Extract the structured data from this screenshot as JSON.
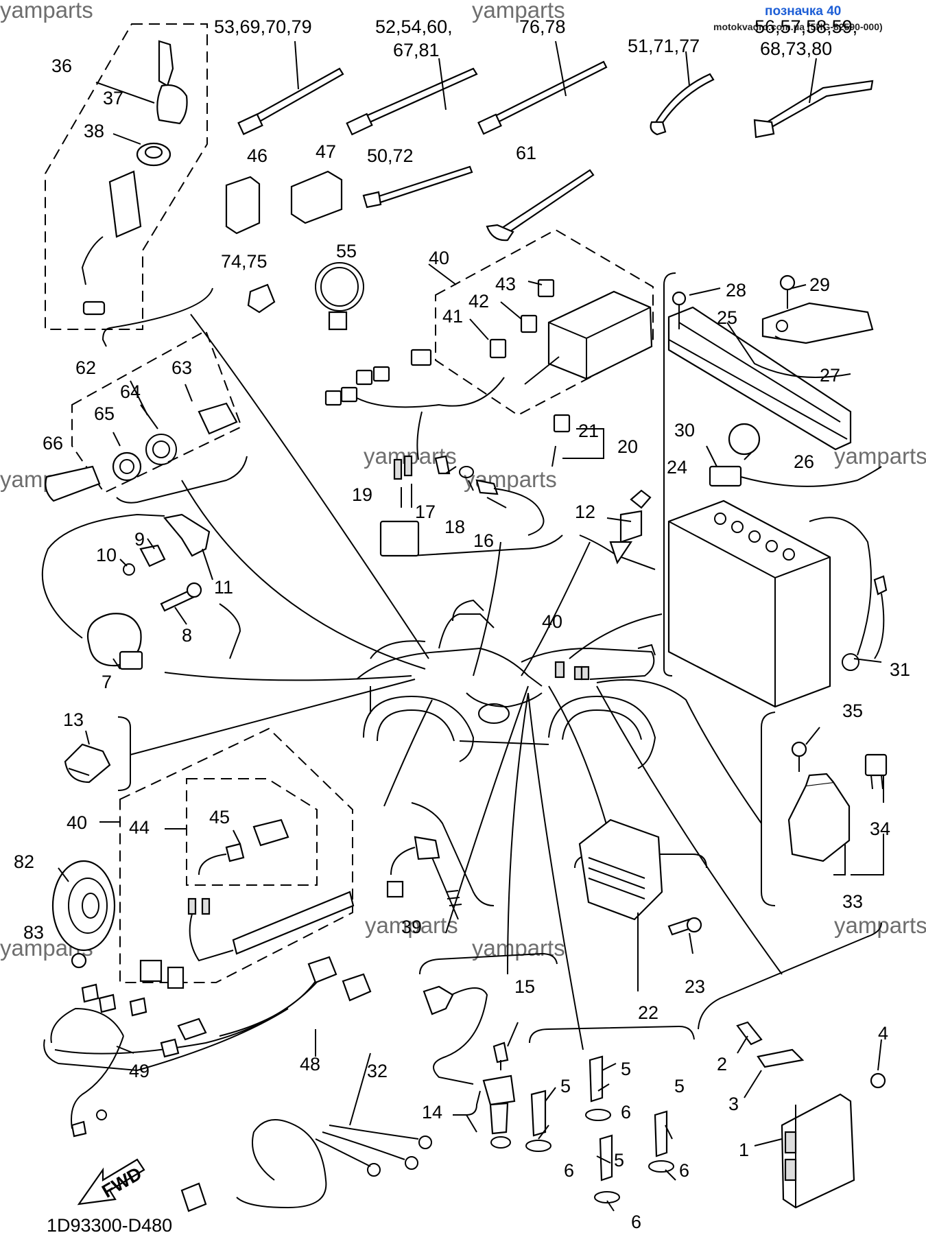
{
  "header": {
    "title": "позначка 40",
    "site": "motokvadro.com.ua (5HG-82590-000)"
  },
  "watermark": "yamparts",
  "diagram_code": "1D93300-D480",
  "fwd_label": "FWD",
  "callouts": [
    {
      "id": "c-53",
      "text": "53,69,70,79"
    },
    {
      "id": "c-52a",
      "text": "52,54,60,"
    },
    {
      "id": "c-52b",
      "text": "67,81"
    },
    {
      "id": "c-76",
      "text": "76,78"
    },
    {
      "id": "c-51",
      "text": "51,71,77"
    },
    {
      "id": "c-56a",
      "text": "56,57,58,59,"
    },
    {
      "id": "c-56b",
      "text": "68,73,80"
    },
    {
      "id": "c-36",
      "text": "36"
    },
    {
      "id": "c-37",
      "text": "37"
    },
    {
      "id": "c-38",
      "text": "38"
    },
    {
      "id": "c-46",
      "text": "46"
    },
    {
      "id": "c-47",
      "text": "47"
    },
    {
      "id": "c-50",
      "text": "50,72"
    },
    {
      "id": "c-61",
      "text": "61"
    },
    {
      "id": "c-74",
      "text": "74,75"
    },
    {
      "id": "c-55",
      "text": "55"
    },
    {
      "id": "c-40a",
      "text": "40"
    },
    {
      "id": "c-43",
      "text": "43"
    },
    {
      "id": "c-42",
      "text": "42"
    },
    {
      "id": "c-41",
      "text": "41"
    },
    {
      "id": "c-28",
      "text": "28"
    },
    {
      "id": "c-29",
      "text": "29"
    },
    {
      "id": "c-25",
      "text": "25"
    },
    {
      "id": "c-27",
      "text": "27"
    },
    {
      "id": "c-62",
      "text": "62"
    },
    {
      "id": "c-63",
      "text": "63"
    },
    {
      "id": "c-64",
      "text": "64"
    },
    {
      "id": "c-65",
      "text": "65"
    },
    {
      "id": "c-66",
      "text": "66"
    },
    {
      "id": "c-21",
      "text": "21"
    },
    {
      "id": "c-20",
      "text": "20"
    },
    {
      "id": "c-30",
      "text": "30"
    },
    {
      "id": "c-26",
      "text": "26"
    },
    {
      "id": "c-24",
      "text": "24"
    },
    {
      "id": "c-19",
      "text": "19"
    },
    {
      "id": "c-17",
      "text": "17"
    },
    {
      "id": "c-18",
      "text": "18"
    },
    {
      "id": "c-16",
      "text": "16"
    },
    {
      "id": "c-12",
      "text": "12"
    },
    {
      "id": "c-9",
      "text": "9"
    },
    {
      "id": "c-10",
      "text": "10"
    },
    {
      "id": "c-11",
      "text": "11"
    },
    {
      "id": "c-8",
      "text": "8"
    },
    {
      "id": "c-7",
      "text": "7"
    },
    {
      "id": "c-40b",
      "text": "40"
    },
    {
      "id": "c-31",
      "text": "31"
    },
    {
      "id": "c-13",
      "text": "13"
    },
    {
      "id": "c-35",
      "text": "35"
    },
    {
      "id": "c-34",
      "text": "34"
    },
    {
      "id": "c-33",
      "text": "33"
    },
    {
      "id": "c-45",
      "text": "45"
    },
    {
      "id": "c-40c",
      "text": "40"
    },
    {
      "id": "c-44",
      "text": "44"
    },
    {
      "id": "c-82",
      "text": "82"
    },
    {
      "id": "c-83",
      "text": "83"
    },
    {
      "id": "c-39",
      "text": "39"
    },
    {
      "id": "c-15",
      "text": "15"
    },
    {
      "id": "c-23",
      "text": "23"
    },
    {
      "id": "c-22",
      "text": "22"
    },
    {
      "id": "c-49",
      "text": "49"
    },
    {
      "id": "c-48",
      "text": "48"
    },
    {
      "id": "c-32",
      "text": "32"
    },
    {
      "id": "c-5a",
      "text": "5"
    },
    {
      "id": "c-5b",
      "text": "5"
    },
    {
      "id": "c-5c",
      "text": "5"
    },
    {
      "id": "c-5d",
      "text": "5"
    },
    {
      "id": "c-6a",
      "text": "6"
    },
    {
      "id": "c-6b",
      "text": "6"
    },
    {
      "id": "c-6c",
      "text": "6"
    },
    {
      "id": "c-6d",
      "text": "6"
    },
    {
      "id": "c-14",
      "text": "14"
    },
    {
      "id": "c-2",
      "text": "2"
    },
    {
      "id": "c-4",
      "text": "4"
    },
    {
      "id": "c-3",
      "text": "3"
    },
    {
      "id": "c-1",
      "text": "1"
    }
  ]
}
